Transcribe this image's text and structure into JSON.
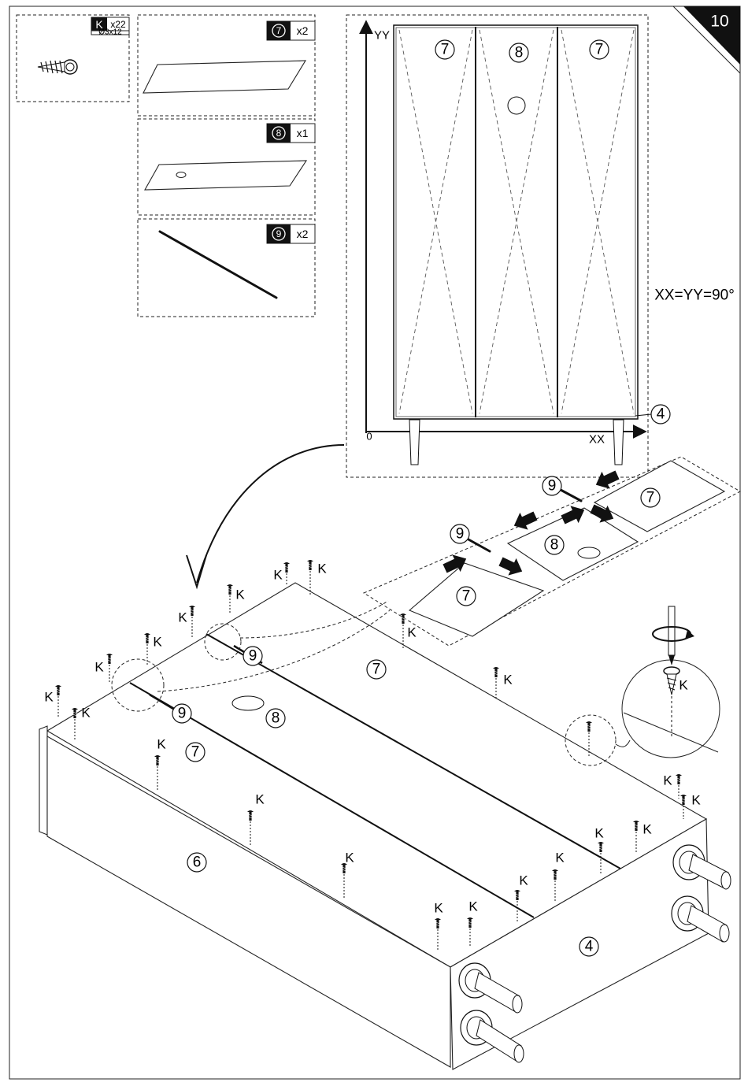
{
  "step": {
    "number": "10"
  },
  "parts_list": [
    {
      "id": "K",
      "qty": "x22",
      "size": "Ø3x12"
    },
    {
      "id": "7",
      "qty": "x2"
    },
    {
      "id": "8",
      "qty": "x1"
    },
    {
      "id": "9",
      "qty": "x2"
    }
  ],
  "square_check": {
    "formula": "XX=YY=90°",
    "axis_x": "XX",
    "axis_y": "YY",
    "origin": "0"
  },
  "part_labels": {
    "p4": "4",
    "p6": "6",
    "p7": "7",
    "p8": "8",
    "p9": "9"
  },
  "screw_label": "K"
}
